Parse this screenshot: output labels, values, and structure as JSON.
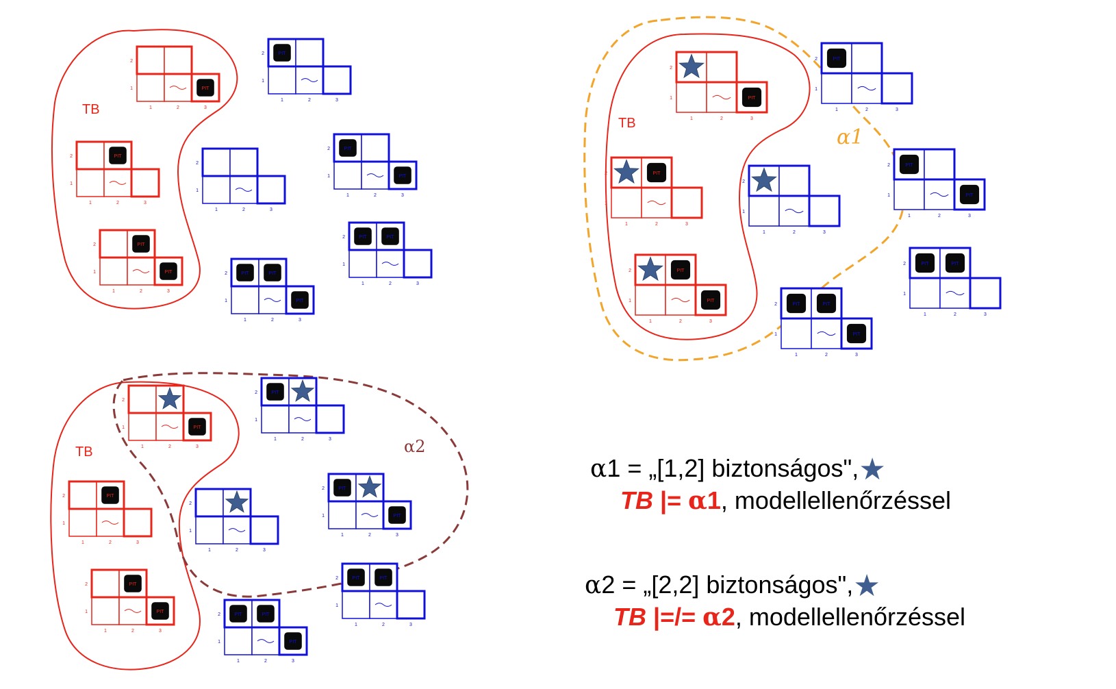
{
  "labels": {
    "tb": "TB",
    "pit": "PIT",
    "breeze": "Breeze",
    "alpha1_mark": "α1",
    "alpha2_mark": "α2",
    "row_labels": [
      "1",
      "2"
    ],
    "col_labels": [
      "1",
      "2",
      "3"
    ]
  },
  "colors": {
    "model_tb": "#e8251a",
    "model_other": "#1010d8",
    "alpha1_boundary": "#f2a52b",
    "alpha2_boundary": "#8b3a3a",
    "star": "#3f5e8f",
    "pit_fill": "#0a0a0a"
  },
  "statement1": {
    "alpha": "α",
    "lhs": "1 = „[1,2] biztonságos\",",
    "star_icon": "★",
    "tb": "TB",
    "entails": " |= ",
    "alpha2": "α",
    "num": "1",
    "rest": ", modellellenőrzéssel"
  },
  "statement2": {
    "alpha": "α",
    "lhs": "2 = „[2,2] biztonságos\",",
    "star_icon": "★",
    "tb": "TB",
    "entails": " |=/= ",
    "alpha2": "α",
    "num": "2",
    "rest": ", modellellenőrzéssel"
  }
}
